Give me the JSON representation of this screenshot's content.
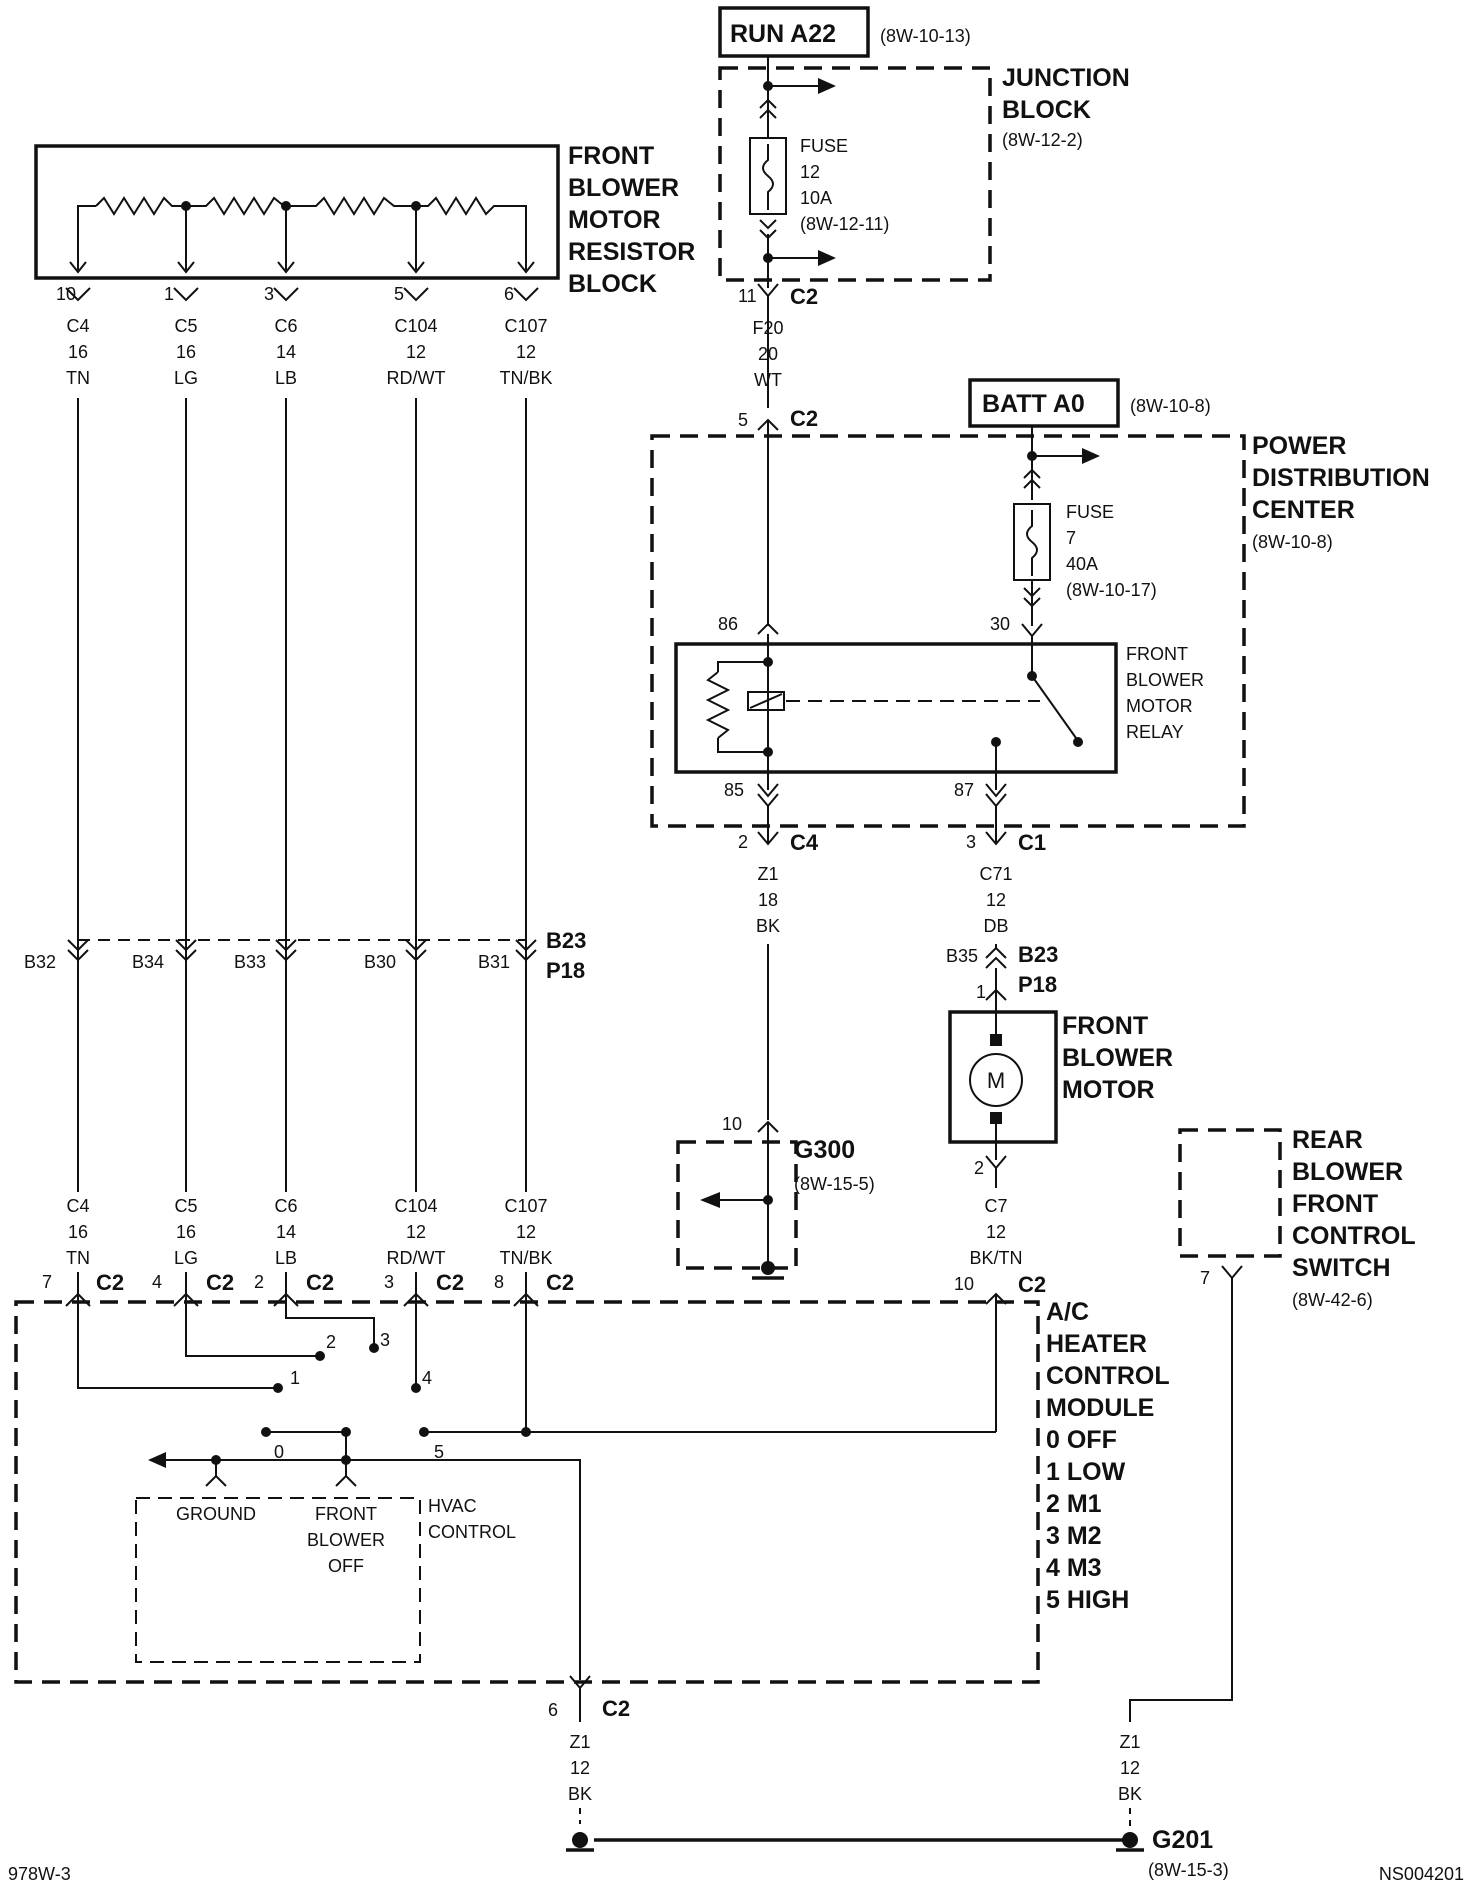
{
  "sources": {
    "run": {
      "label": "RUN A22",
      "ref": "(8W-10-13)"
    },
    "batt": {
      "label": "BATT A0",
      "ref": "(8W-10-8)"
    }
  },
  "junction_block": {
    "title": [
      "JUNCTION",
      "BLOCK"
    ],
    "ref": "(8W-12-2)",
    "fuse": [
      "FUSE",
      "12",
      "10A",
      "(8W-12-11)"
    ],
    "out_pin": "11",
    "out_conn": "C2"
  },
  "pdc": {
    "title": [
      "POWER",
      "DISTRIBUTION",
      "CENTER"
    ],
    "ref": "(8W-10-8)",
    "in_pin": "5",
    "in_conn": "C2",
    "fuse": [
      "FUSE",
      "7",
      "40A",
      "(8W-10-17)"
    ],
    "pin86": "86",
    "pin30": "30",
    "pin85": "85",
    "pin87": "87",
    "relay": [
      "FRONT",
      "BLOWER",
      "MOTOR",
      "RELAY"
    ],
    "out1_pin": "2",
    "out1_conn": "C4",
    "out2_pin": "3",
    "out2_conn": "C1"
  },
  "resistor_block": {
    "title": [
      "FRONT",
      "BLOWER",
      "MOTOR",
      "RESISTOR",
      "BLOCK"
    ],
    "pins": [
      "10",
      "1",
      "3",
      "5",
      "6"
    ]
  },
  "resistor_wires": [
    {
      "circuit": "C4",
      "gauge": "16",
      "color": "TN",
      "inline_pin": "B32",
      "module_pin": "7",
      "module_conn": "C2"
    },
    {
      "circuit": "C5",
      "gauge": "16",
      "color": "LG",
      "inline_pin": "B34",
      "module_pin": "4",
      "module_conn": "C2"
    },
    {
      "circuit": "C6",
      "gauge": "14",
      "color": "LB",
      "inline_pin": "B33",
      "module_pin": "2",
      "module_conn": "C2"
    },
    {
      "circuit": "C104",
      "gauge": "12",
      "color": "RD/WT",
      "inline_pin": "B30",
      "module_pin": "3",
      "module_conn": "C2"
    },
    {
      "circuit": "C107",
      "gauge": "12",
      "color": "TN/BK",
      "inline_pin": "B31",
      "module_pin": "8",
      "module_conn": "C2"
    }
  ],
  "inline_connector": {
    "name1": "B23",
    "name2": "P18"
  },
  "wire_f20": {
    "circuit": "F20",
    "gauge": "20",
    "color": "WT"
  },
  "wire_z1_relay": {
    "circuit": "Z1",
    "gauge": "18",
    "color": "BK"
  },
  "wire_c71": {
    "circuit": "C71",
    "gauge": "12",
    "color": "DB",
    "inline_pin": "B35"
  },
  "ground_g300": {
    "pin": "10",
    "label": "G300",
    "ref": "(8W-15-5)"
  },
  "motor": {
    "title": [
      "FRONT",
      "BLOWER",
      "MOTOR"
    ],
    "symbol": "M",
    "pin_top": "1",
    "pin_bottom": "2"
  },
  "wire_c7": {
    "circuit": "C7",
    "gauge": "12",
    "color": "BK/TN",
    "module_pin": "10",
    "module_conn": "C2"
  },
  "module": {
    "title": [
      "A/C",
      "HEATER",
      "CONTROL",
      "MODULE"
    ],
    "positions": [
      "0 OFF",
      "1 LOW",
      "2 M1",
      "3 M2",
      "4 M3",
      "5 HIGH"
    ],
    "switch_nums": [
      "0",
      "1",
      "2",
      "3",
      "4",
      "5"
    ],
    "hvac": {
      "ground": "GROUND",
      "blower_off": [
        "FRONT",
        "BLOWER",
        "OFF"
      ],
      "label": [
        "HVAC",
        "CONTROL"
      ]
    },
    "out_pin": "6",
    "out_conn": "C2"
  },
  "rear_switch": {
    "title": [
      "REAR",
      "BLOWER",
      "FRONT",
      "CONTROL",
      "SWITCH"
    ],
    "ref": "(8W-42-6)",
    "pin": "7"
  },
  "wire_z1_module": {
    "circuit": "Z1",
    "gauge": "12",
    "color": "BK"
  },
  "wire_z1_rear": {
    "circuit": "Z1",
    "gauge": "12",
    "color": "BK"
  },
  "ground_g201": {
    "label": "G201",
    "ref": "(8W-15-3)"
  },
  "footer": {
    "left": "978W-3",
    "right": "NS004201"
  }
}
